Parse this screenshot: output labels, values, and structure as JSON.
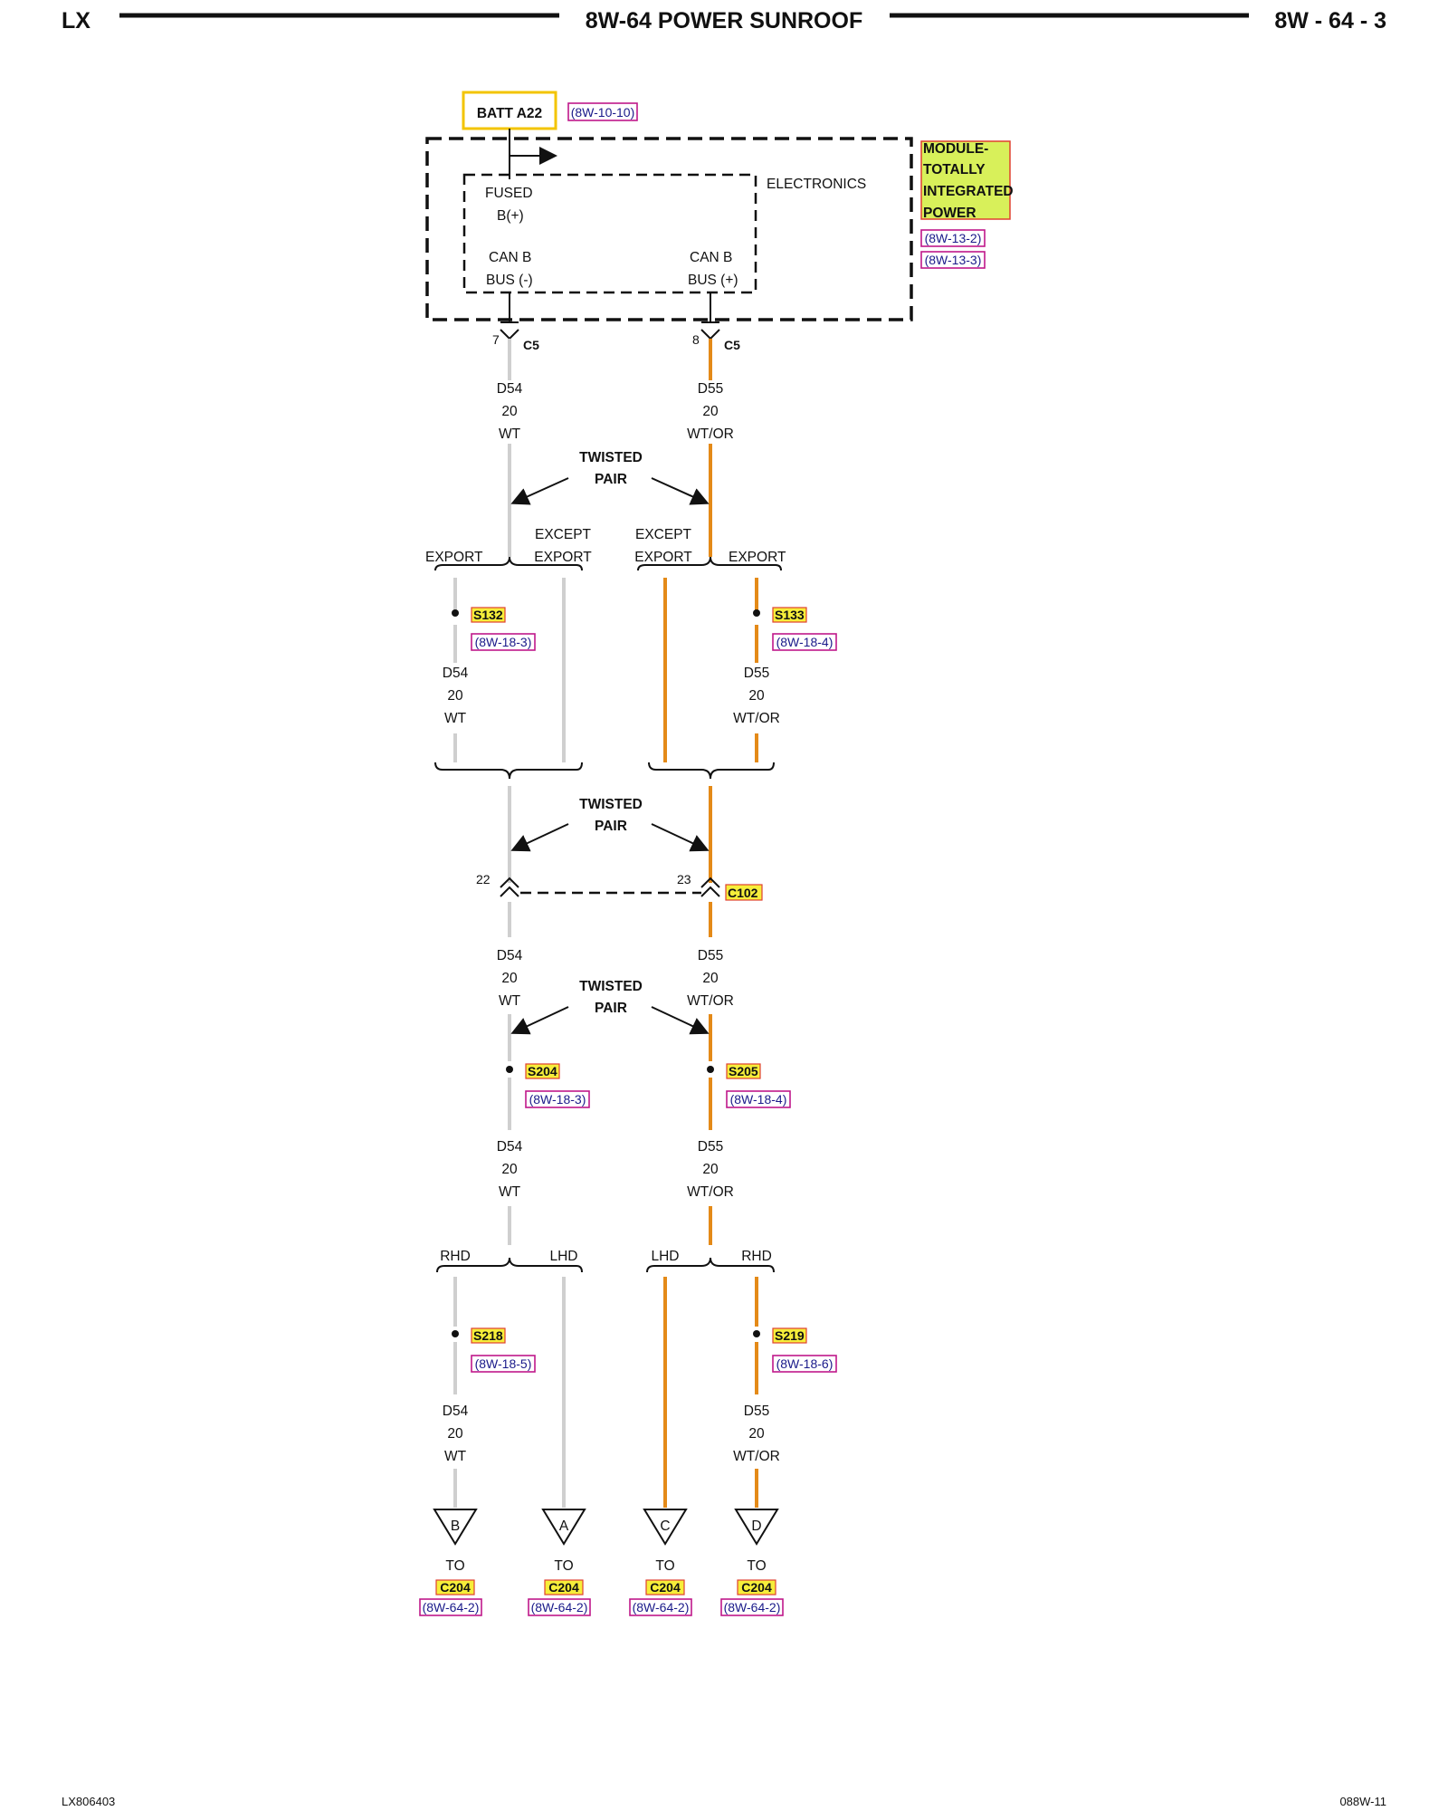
{
  "header": {
    "left": "LX",
    "title": "8W-64 POWER SUNROOF",
    "right": "8W - 64 - 3"
  },
  "footer": {
    "left": "LX806403",
    "right": "088W-11"
  },
  "battery": {
    "label": "BATT A22",
    "ref": "(8W-10-10)"
  },
  "module": {
    "name_lines": [
      "MODULE-",
      "TOTALLY",
      "INTEGRATED",
      "POWER"
    ],
    "refs": [
      "(8W-13-2)",
      "(8W-13-3)"
    ],
    "inner_label": "ELECTRONICS",
    "fused_lines": [
      "FUSED",
      "B(+)"
    ],
    "can_neg_lines": [
      "CAN B",
      "BUS (-)"
    ],
    "can_pos_lines": [
      "CAN B",
      "BUS (+)"
    ]
  },
  "connectors": {
    "c5_left_pin": "7",
    "c5_right_pin": "8",
    "c5_name": "C5",
    "c102_left_pin": "22",
    "c102_right_pin": "23",
    "c102_name": "C102"
  },
  "wires": {
    "d54": [
      "D54",
      "20",
      "WT"
    ],
    "d55": [
      "D55",
      "20",
      "WT/OR"
    ]
  },
  "twisted_pair": [
    "TWISTED",
    "PAIR"
  ],
  "options": {
    "export": "EXPORT",
    "except_export": [
      "EXCEPT",
      "EXPORT"
    ],
    "rhd": "RHD",
    "lhd": "LHD"
  },
  "splices": {
    "s132": {
      "name": "S132",
      "ref": "(8W-18-3)"
    },
    "s133": {
      "name": "S133",
      "ref": "(8W-18-4)"
    },
    "s204": {
      "name": "S204",
      "ref": "(8W-18-3)"
    },
    "s205": {
      "name": "S205",
      "ref": "(8W-18-4)"
    },
    "s218": {
      "name": "S218",
      "ref": "(8W-18-5)"
    },
    "s219": {
      "name": "S219",
      "ref": "(8W-18-6)"
    }
  },
  "destinations": [
    {
      "letter": "B",
      "to": "TO",
      "connector": "C204",
      "ref": "(8W-64-2)"
    },
    {
      "letter": "A",
      "to": "TO",
      "connector": "C204",
      "ref": "(8W-64-2)"
    },
    {
      "letter": "C",
      "to": "TO",
      "connector": "C204",
      "ref": "(8W-64-2)"
    },
    {
      "letter": "D",
      "to": "TO",
      "connector": "C204",
      "ref": "(8W-64-2)"
    }
  ],
  "colors": {
    "white_wire": "#cfcfcf",
    "orange_wire": "#e48a18",
    "highlight_yellow": "#f6ee3a",
    "highlight_green": "#d8f05a",
    "ref_magenta": "#c0188a",
    "battery_box": "#f3c400"
  }
}
